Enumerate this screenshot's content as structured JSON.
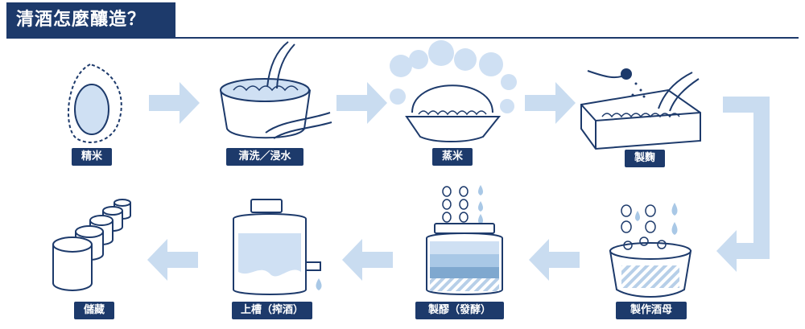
{
  "title": "清酒怎麼釀造？",
  "steps": [
    {
      "label": "精米"
    },
    {
      "label": "清洗／浸水"
    },
    {
      "label": "蒸米"
    },
    {
      "label": "製麴"
    },
    {
      "label": "製作酒母"
    },
    {
      "label": "製醪（發酵）"
    },
    {
      "label": "上槽（搾酒）"
    },
    {
      "label": "儲藏"
    }
  ],
  "colors": {
    "navy": "#1d3a6b",
    "arrow": "#c9dcf0",
    "fill_light": "#cfe0f3",
    "fill_mid": "#a9c8e6",
    "fill_dark": "#7fa8cf"
  }
}
